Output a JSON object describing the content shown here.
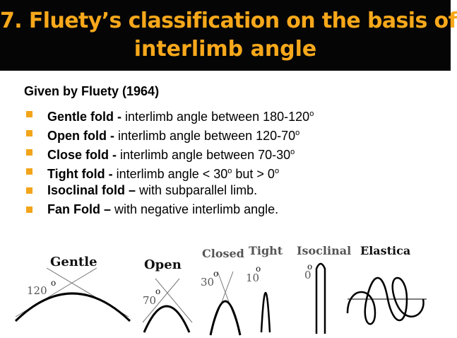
{
  "title": {
    "line1": "7. Fluety’s classification on the basis of",
    "line2": "interlimb angle"
  },
  "given": "Given by Fluety (1964)",
  "items": [
    {
      "term": "Gentle fold -",
      "desc": " interlimb angle between 180-120",
      "sup": "o",
      "tail": ""
    },
    {
      "term": "Open fold -",
      "desc": " interlimb angle between 120-70",
      "sup": "o",
      "tail": ""
    },
    {
      "term": "Close fold -",
      "desc": " interlimb angle between 70-30",
      "sup": "o",
      "tail": ""
    },
    {
      "term": "Tight fold -",
      "desc": " interlimb angle < 30",
      "sup": "o",
      "tail": " but > 0",
      "sup2": "o"
    },
    {
      "term": "Isoclinal fold –",
      "desc": " with  subparallel limb.",
      "sup": "",
      "tail": ""
    },
    {
      "term": "Fan Fold –",
      "desc": " with negative interlimb angle.",
      "sup": "",
      "tail": ""
    }
  ],
  "figure": {
    "labels": {
      "gentle": "Gentle",
      "open": "Open",
      "closed": "Closed",
      "tight": "Tight",
      "isoclinal": "Isoclinal",
      "elastica": "Elastica"
    },
    "angles": {
      "gentle": "120",
      "open": "70",
      "closed": "30",
      "tight": "10",
      "isoclinal": "0"
    },
    "degree": "o"
  }
}
